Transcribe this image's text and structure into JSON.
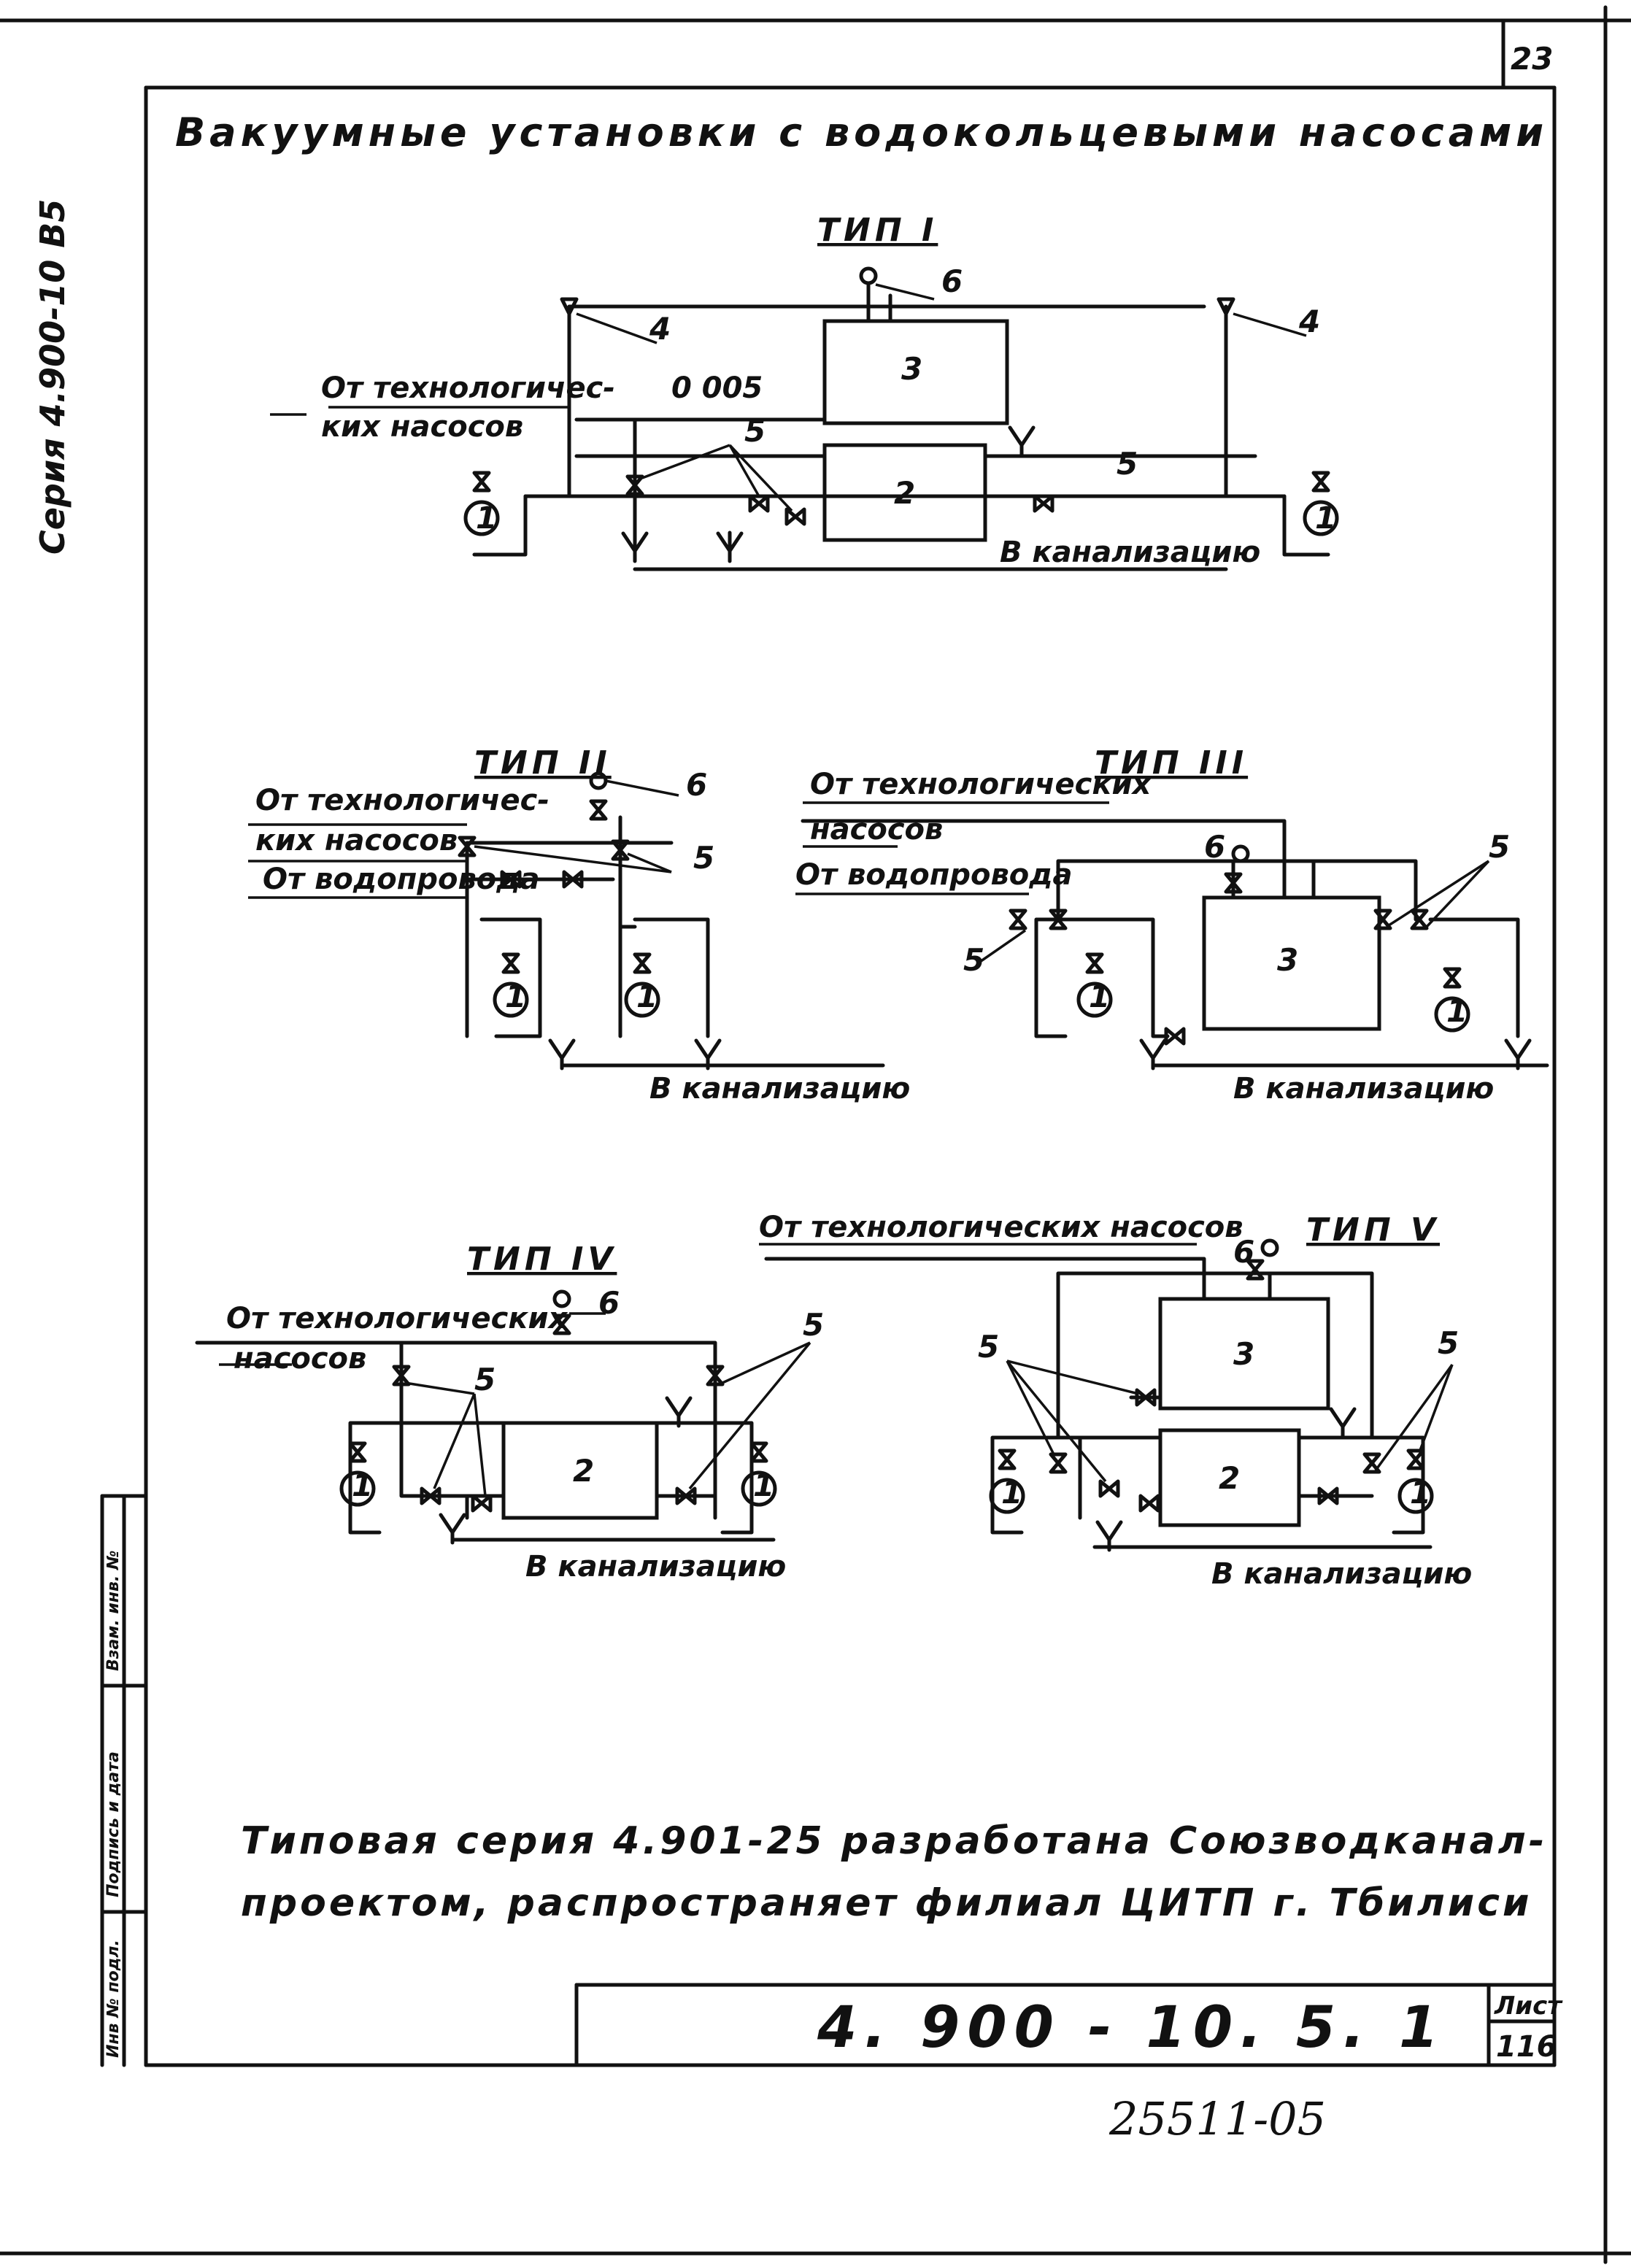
{
  "page_number": "23",
  "side_series": "Серия 4.900-10 В5",
  "sheet_title": "Вакуумные установки с водокольцевыми насосами",
  "stamp_columns": [
    "Инв № подл.",
    "Подпись и дата",
    "Взам. инв. №"
  ],
  "note_line1": "Типовая серия 4.901-25 разработана Союзводканал-",
  "note_line2": "проектом, распространяет филиал ЦИТП г. Тбилиси",
  "designation": "4. 900 - 10. 5. 1",
  "sheet_label": "Лист",
  "sheet_no": "116",
  "handwritten_no": "25511-05",
  "types": {
    "t1": {
      "title": "ТИП I",
      "from_label_1": "От технологичес-",
      "from_label_2": "ких насосов",
      "pipe_mark": "0 005",
      "drain": "В канализацию",
      "callouts": {
        "c4a": "4",
        "c4b": "4",
        "c6": "6",
        "c5a": "5",
        "c5b": "5",
        "box_top": "3",
        "box_bottom": "2",
        "pump_left": "1",
        "pump_right": "1"
      }
    },
    "t2": {
      "title": "ТИП II",
      "from_label_1": "От технологичес-",
      "from_label_2": "ких насосов",
      "from_label_3": "От водопровода",
      "drain": "В канализацию",
      "callouts": {
        "c6": "6",
        "c5": "5",
        "pump_left": "1",
        "pump_right": "1"
      }
    },
    "t3": {
      "title": "ТИП III",
      "from_label_1": "От технологических",
      "from_label_2": "насосов",
      "from_label_3": "От водопровода",
      "drain": "В канализацию",
      "callouts": {
        "c6": "6",
        "c5a": "5",
        "c5b": "5",
        "box": "3",
        "pump_left": "1",
        "pump_right": "1"
      }
    },
    "t4": {
      "title": "ТИП IV",
      "from_label_1": "От технологических",
      "from_label_2": "насосов",
      "drain": "В канализацию",
      "callouts": {
        "c6": "6",
        "c5a": "5",
        "c5b": "5",
        "box": "2",
        "pump_left": "1",
        "pump_right": "1"
      }
    },
    "t5": {
      "title": "ТИП V",
      "from_label": "От технологических насосов",
      "drain": "В канализацию",
      "callouts": {
        "c6": "6",
        "c5a": "5",
        "c5b": "5",
        "box_top": "3",
        "box_bottom": "2",
        "pump_left": "1",
        "pump_right": "1"
      }
    }
  }
}
